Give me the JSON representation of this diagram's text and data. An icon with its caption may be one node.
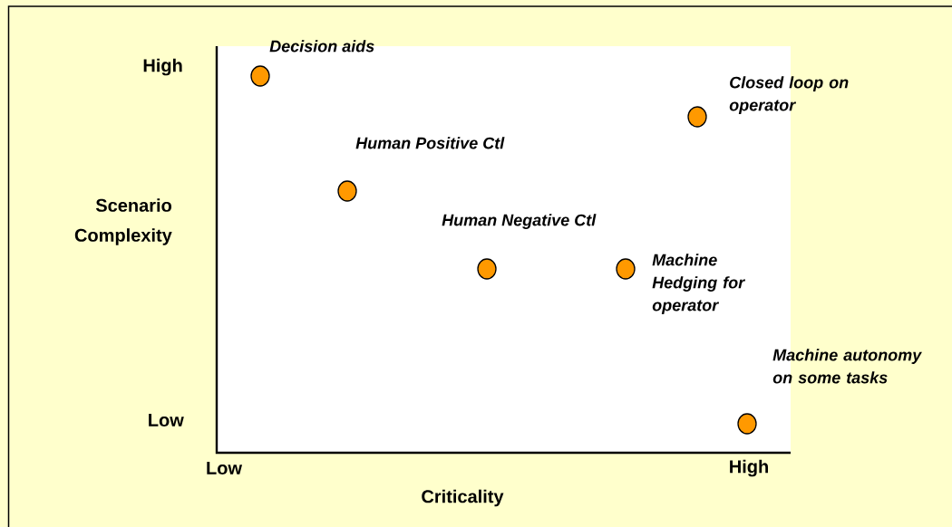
{
  "diagram": {
    "nodes": [
      {
        "text": [],
        "shape": "circle",
        "beside": [
          "Decision aids"
        ]
      },
      {
        "text": [],
        "shape": "circle",
        "beside": [
          "Closed loop on operator"
        ]
      },
      {
        "text": [],
        "shape": "circle",
        "beside": [
          "Human Positive Ctl"
        ]
      },
      {
        "text": [],
        "shape": "circle",
        "beside": [
          "Human Negative Ctl"
        ]
      },
      {
        "text": [],
        "shape": "circle",
        "beside": [
          "Machine Hedging for operator"
        ]
      },
      {
        "text": [],
        "shape": "circle",
        "beside": [
          "Machine autonomy on some tasks"
        ]
      }
    ],
    "labels": [
      "High",
      "Scenario Complexity",
      "Low",
      "Low",
      "High",
      "Criticality"
    ]
  }
}
